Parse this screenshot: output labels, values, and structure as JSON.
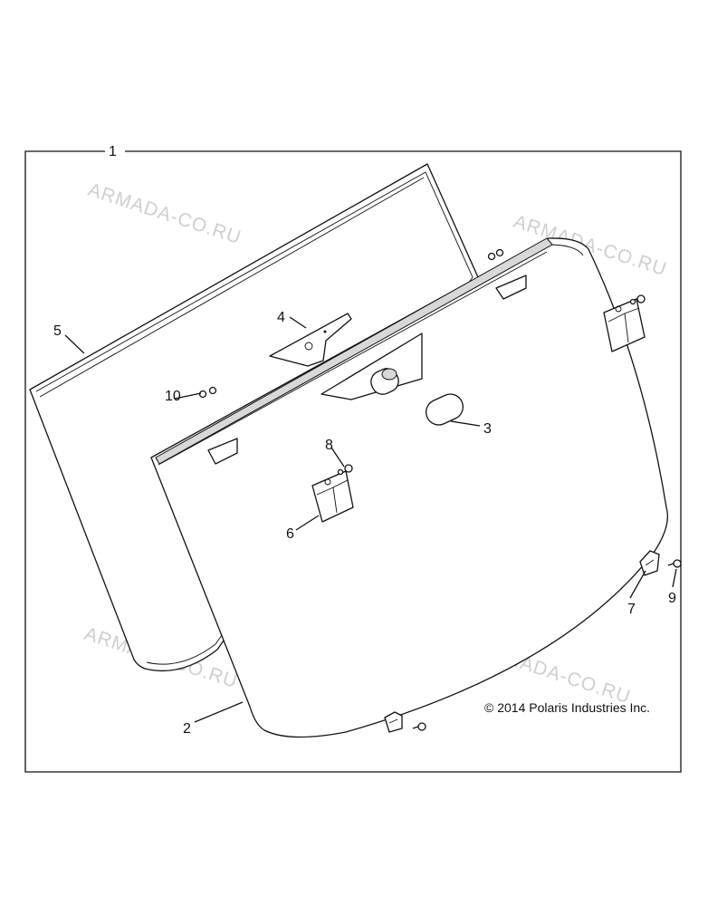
{
  "diagram": {
    "callouts": {
      "c1": "1",
      "c2": "2",
      "c3": "3",
      "c4": "4",
      "c5": "5",
      "c6": "6",
      "c7": "7",
      "c8": "8",
      "c9": "9",
      "c10": "10"
    },
    "copyright": "© 2014 Polaris Industries Inc.",
    "watermark": "ARMADA-CO.RU"
  }
}
